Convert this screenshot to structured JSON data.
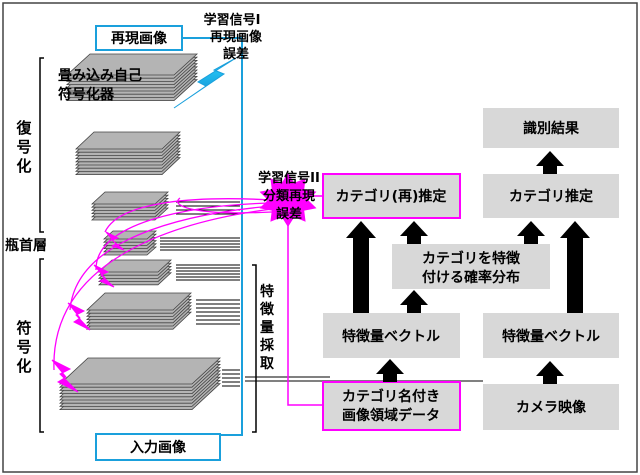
{
  "labels": {
    "reconstructed_image": "再現画像",
    "input_image": "入力画像",
    "autoencoder": [
      "畳み込み自己",
      "符号化器"
    ],
    "decoder": "復号化",
    "bottleneck": "瓶首層",
    "encoder": "符号化",
    "feature_extraction": "特徴量採取",
    "signal1": [
      "学習信号I",
      "再現画像",
      "誤差"
    ],
    "signal2": [
      "学習信号II",
      "分類再現",
      "誤差"
    ]
  },
  "boxes": {
    "category_re_estimate": "カテゴリ(再)推定",
    "feature_vector_left": "特徴量ベクトル",
    "labeled_region_data": [
      "カテゴリ名付き",
      "画像領域データ"
    ],
    "category_distribution": [
      "カテゴリを特徴",
      "付ける確率分布"
    ],
    "recognition_result": "識別結果",
    "category_estimate": "カテゴリ推定",
    "feature_vector_right": "特徴量ベクトル",
    "camera_image": "カメラ映像"
  },
  "colors": {
    "cyan": "#1aa0dc",
    "magenta": "#ff00ff",
    "layer_gray": "#b4b4b4",
    "box_gray": "#d8d8d8"
  }
}
